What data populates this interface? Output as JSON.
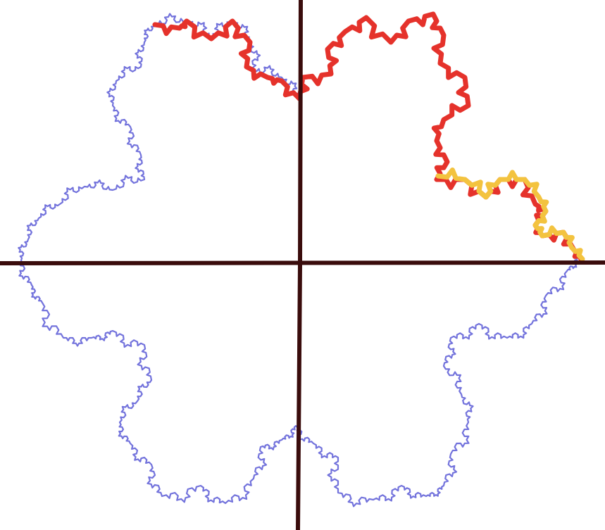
{
  "diagram": {
    "subject": "",
    "colors": {
      "background": "#ffffff",
      "axes": "#3a0c0c",
      "fractal_outline": "#5b5bd6",
      "highlight_red": "#e5322b",
      "highlight_yellow": "#f3c33f"
    },
    "layers": [
      {
        "id": "fractal-outline",
        "color_key": "fractal_outline"
      },
      {
        "id": "upper-red-trace",
        "color_key": "highlight_red"
      },
      {
        "id": "yellow-segment",
        "color_key": "highlight_yellow"
      },
      {
        "id": "axes",
        "color_key": "axes"
      }
    ]
  }
}
